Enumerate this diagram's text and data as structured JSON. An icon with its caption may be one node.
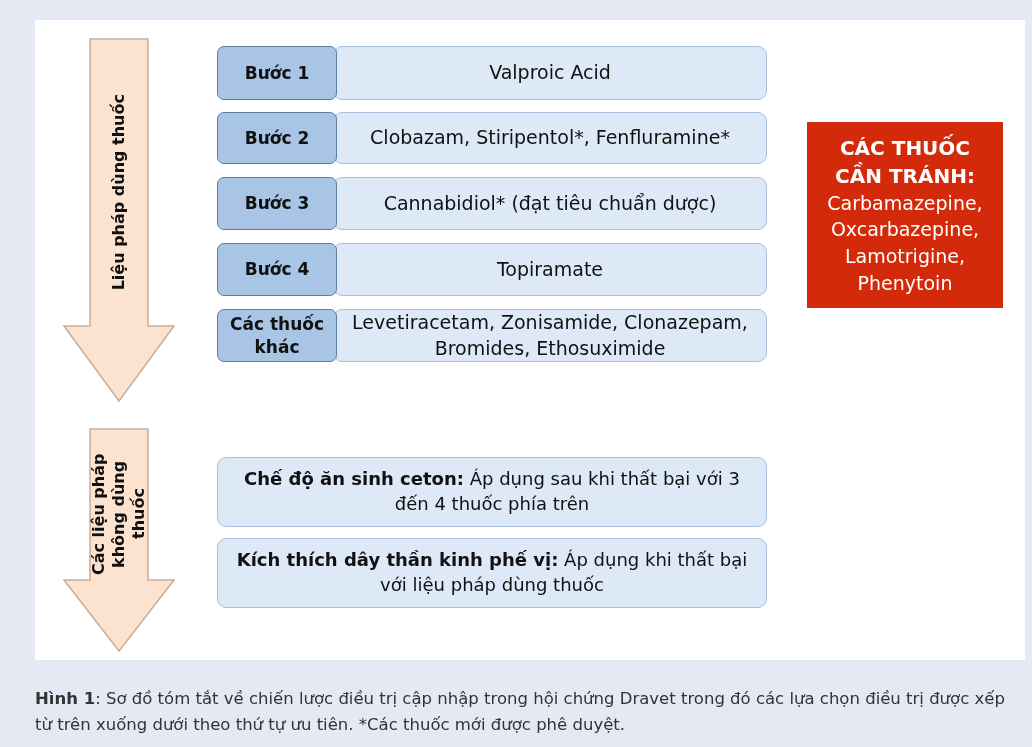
{
  "diagram": {
    "caption": "**Hình 1**: Sơ đồ tóm tắt về chiến lược điều trị cập nhập trong hội chứng Dravet trong đó các lựa chọn điều trị được xếp từ trên xuống dưới theo thứ tự ưu tiên. *Các thuốc mới được phê duyệt.",
    "nodes": [
      {
        "text": [
          "Liệu pháp dùng thuốc"
        ]
      },
      {
        "text": [
          "Bước 1"
        ]
      },
      {
        "text": [
          "Valproic Acid"
        ]
      },
      {
        "text": [
          "Bước 2"
        ]
      },
      {
        "text": [
          "Clobazam, Stiripentol*, Fenfluramine*"
        ]
      },
      {
        "text": [
          "Bước 3"
        ]
      },
      {
        "text": [
          "Cannabidiol* (đạt tiêu chuẩn dược)"
        ]
      },
      {
        "text": [
          "Bước 4"
        ]
      },
      {
        "text": [
          "Topiramate"
        ]
      },
      {
        "text": [
          "Các thuốc khác"
        ]
      },
      {
        "text": [
          "Levetiracetam, Zonisamide, Clonazepam, Bromides, Ethosuximide"
        ]
      },
      {
        "text": [
          "CÁC THUỐC CẦN TRÁNH:",
          "Carbamazepine, Oxcarbazepine, Lamotrigine, Phenytoin"
        ]
      },
      {
        "text": [
          "Các liệu pháp không dùng thuốc"
        ]
      },
      {
        "text": [
          "**Chế độ ăn sinh ceton:** Áp dụng sau khi thất bại với 3 đến 4 thuốc phía trên"
        ]
      },
      {
        "text": [
          "**Kích thích dây thần kinh phế vị:** Áp dụng khi thất bại với liệu pháp dùng thuốc"
        ]
      }
    ],
    "edges": []
  }
}
